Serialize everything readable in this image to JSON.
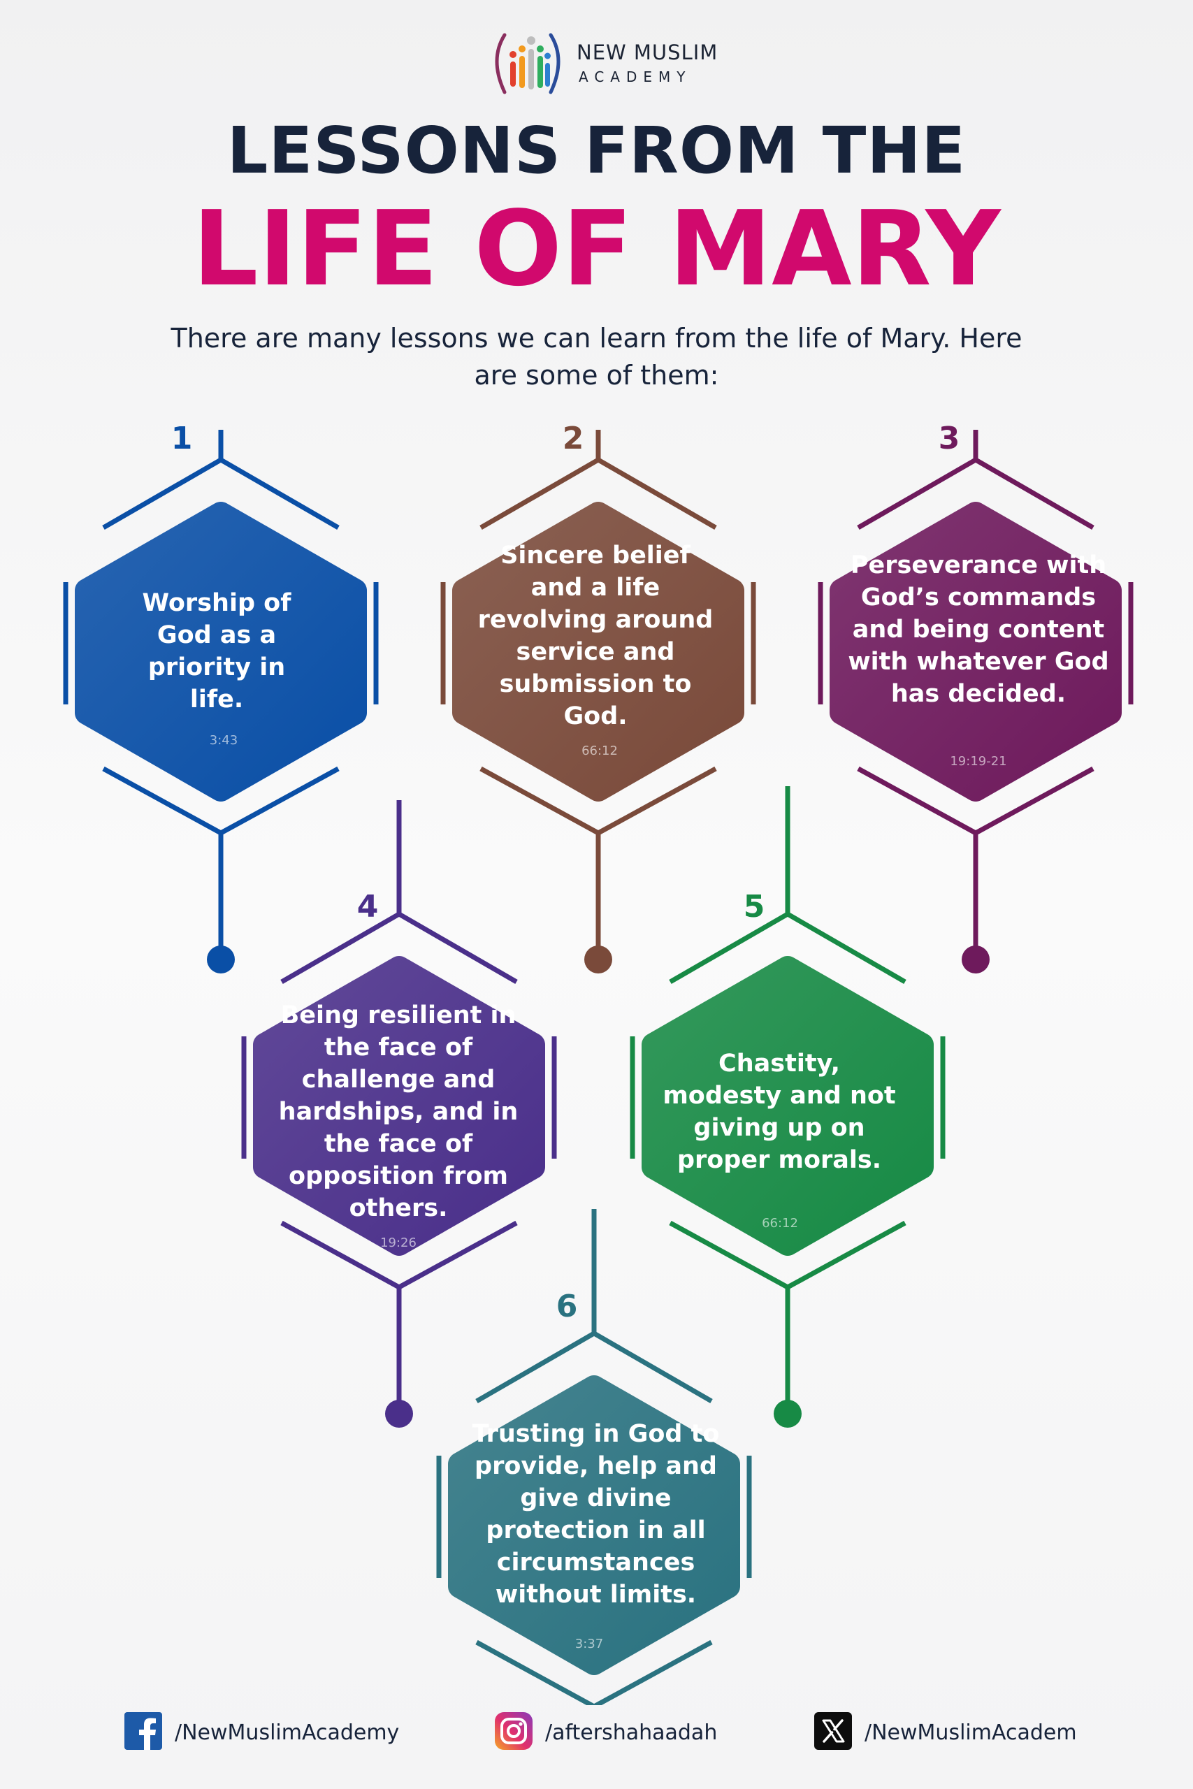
{
  "brand": {
    "name": "NEW MUSLIM",
    "sub": "ACADEMY"
  },
  "header": {
    "line1": "LESSONS FROM THE",
    "line2": "LIFE OF MARY",
    "intro": "There are many lessons we can learn from the life of Mary. Here are some of them:"
  },
  "lessons": [
    {
      "num": "1",
      "text": "Worship of God as a priority in life.",
      "ref": "3:43",
      "color": "#0a4fa6"
    },
    {
      "num": "2",
      "text": "Sincere belief and a life revolving around service and submission to God.",
      "ref": "66:12",
      "color": "#7a4a3a"
    },
    {
      "num": "3",
      "text": "Perseverance with God’s commands and being content with whatever God has decided.",
      "ref": "19:19-21",
      "color": "#6e1a5c"
    },
    {
      "num": "4",
      "text": "Being resilient in the face of challenge and hardships, and in the face of opposition from others.",
      "ref": "19:26",
      "color": "#4a2f8a"
    },
    {
      "num": "5",
      "text": "Chastity, modesty and not giving up on proper morals.",
      "ref": "66:12",
      "color": "#178a45"
    },
    {
      "num": "6",
      "text": "Trusting in God to provide, help and give divine protection in all circumstances without limits.",
      "ref": "3:37",
      "color": "#2a7280"
    }
  ],
  "social": [
    {
      "icon": "facebook-icon",
      "handle": "/NewMuslimAcademy"
    },
    {
      "icon": "instagram-icon",
      "handle": "/aftershahaadah"
    },
    {
      "icon": "x-icon",
      "handle": "/NewMuslimAcadem"
    }
  ]
}
